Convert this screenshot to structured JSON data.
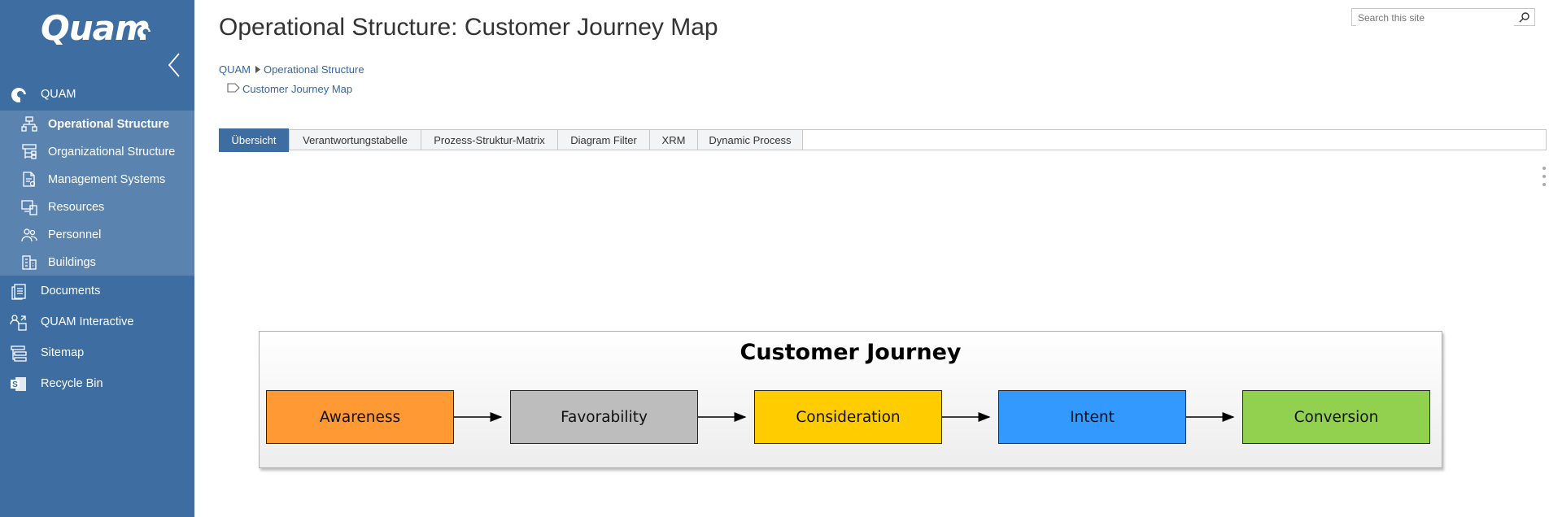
{
  "sidebar": {
    "logo": "Quam",
    "top_items": [
      {
        "label": "QUAM",
        "icon": "quam-logo-icon"
      },
      {
        "label": "Documents",
        "icon": "documents-icon"
      },
      {
        "label": "QUAM Interactive",
        "icon": "interactive-icon"
      },
      {
        "label": "Sitemap",
        "icon": "sitemap-icon"
      },
      {
        "label": "Recycle Bin",
        "icon": "recycle-bin-icon"
      }
    ],
    "sub_items": [
      {
        "label": "Operational Structure",
        "icon": "operational-structure-icon",
        "active": true
      },
      {
        "label": "Organizational Structure",
        "icon": "organizational-structure-icon"
      },
      {
        "label": "Management Systems",
        "icon": "management-systems-icon"
      },
      {
        "label": "Resources",
        "icon": "resources-icon"
      },
      {
        "label": "Personnel",
        "icon": "personnel-icon"
      },
      {
        "label": "Buildings",
        "icon": "buildings-icon"
      }
    ]
  },
  "header": {
    "title": "Operational Structure: Customer Journey Map",
    "search_placeholder": "Search this site"
  },
  "breadcrumb": {
    "root": "QUAM",
    "parent": "Operational Structure",
    "current": "Customer Journey Map"
  },
  "tabs": [
    {
      "label": "Übersicht",
      "active": true
    },
    {
      "label": "Verantwortungstabelle"
    },
    {
      "label": "Prozess-Struktur-Matrix"
    },
    {
      "label": "Diagram Filter"
    },
    {
      "label": "XRM"
    },
    {
      "label": "Dynamic Process"
    }
  ],
  "diagram": {
    "title": "Customer Journey",
    "stages": [
      {
        "label": "Awareness",
        "color": "#ff9933"
      },
      {
        "label": "Favorability",
        "color": "#bdbdbd"
      },
      {
        "label": "Consideration",
        "color": "#ffcc00"
      },
      {
        "label": "Intent",
        "color": "#3399ff"
      },
      {
        "label": "Conversion",
        "color": "#92d050"
      }
    ]
  },
  "colors": {
    "sidebar": "#3e6da1",
    "sidebar_sub": "#5a83b0",
    "link": "#3366a5"
  }
}
